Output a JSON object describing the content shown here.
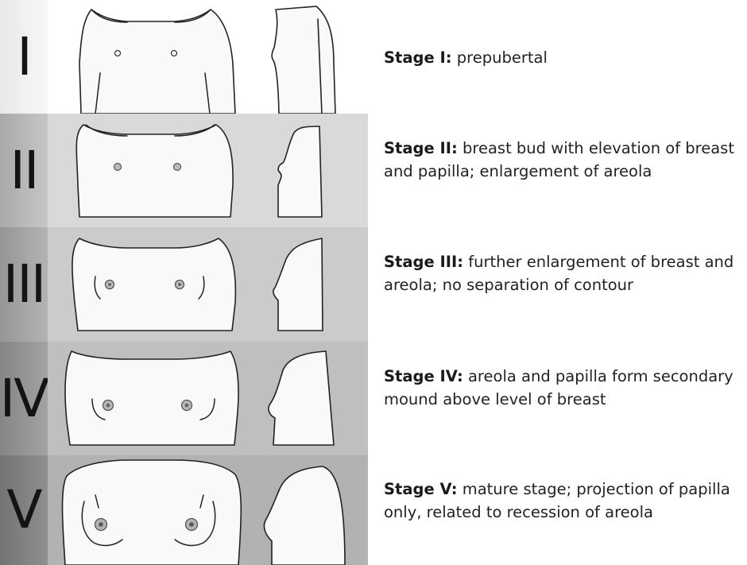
{
  "stages": [
    {
      "numeral": "I",
      "label": "Stage I:",
      "description": "prepubertal"
    },
    {
      "numeral": "II",
      "label": "Stage II:",
      "description": "breast bud with elevation of breast and papilla; enlargement of areola"
    },
    {
      "numeral": "III",
      "label": "Stage III:",
      "description": "further enlargement of breast and areola; no separation of contour"
    },
    {
      "numeral": "IV",
      "label": "Stage IV:",
      "description": "areola and papilla form secondary mound above level of breast"
    },
    {
      "numeral": "V",
      "label": "Stage V:",
      "description": "mature stage; projection of papilla only, related to recession of areola"
    }
  ],
  "colors": {
    "numeral_bands": [
      "#f1f1f1",
      "#b9b9b9",
      "#a3a3a3",
      "#8f8f8f",
      "#7c7c7c"
    ],
    "figure_bands": [
      "#ffffff",
      "#d8d8d8",
      "#cccccc",
      "#bfbfbf",
      "#b3b3b3"
    ],
    "body_fill": "#f7f7f7",
    "outline": "#222222",
    "areola": "#8a8a8a"
  }
}
